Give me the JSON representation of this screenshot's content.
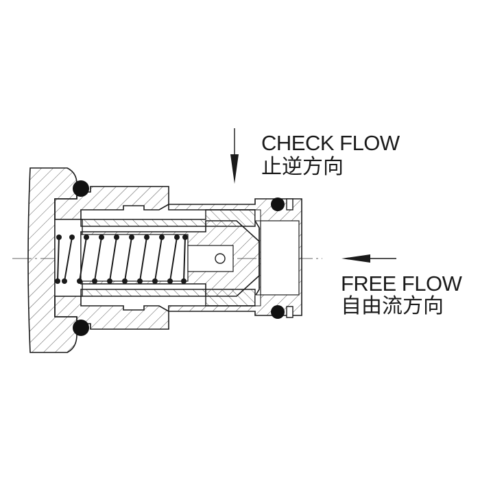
{
  "labels": {
    "check_flow_en": "CHECK FLOW",
    "check_flow_zh": "止逆方向",
    "free_flow_en": "FREE FLOW",
    "free_flow_zh": "自由流方向"
  },
  "colors": {
    "line": "#1a1a1a",
    "hatch": "#444444",
    "background": "#ffffff"
  }
}
